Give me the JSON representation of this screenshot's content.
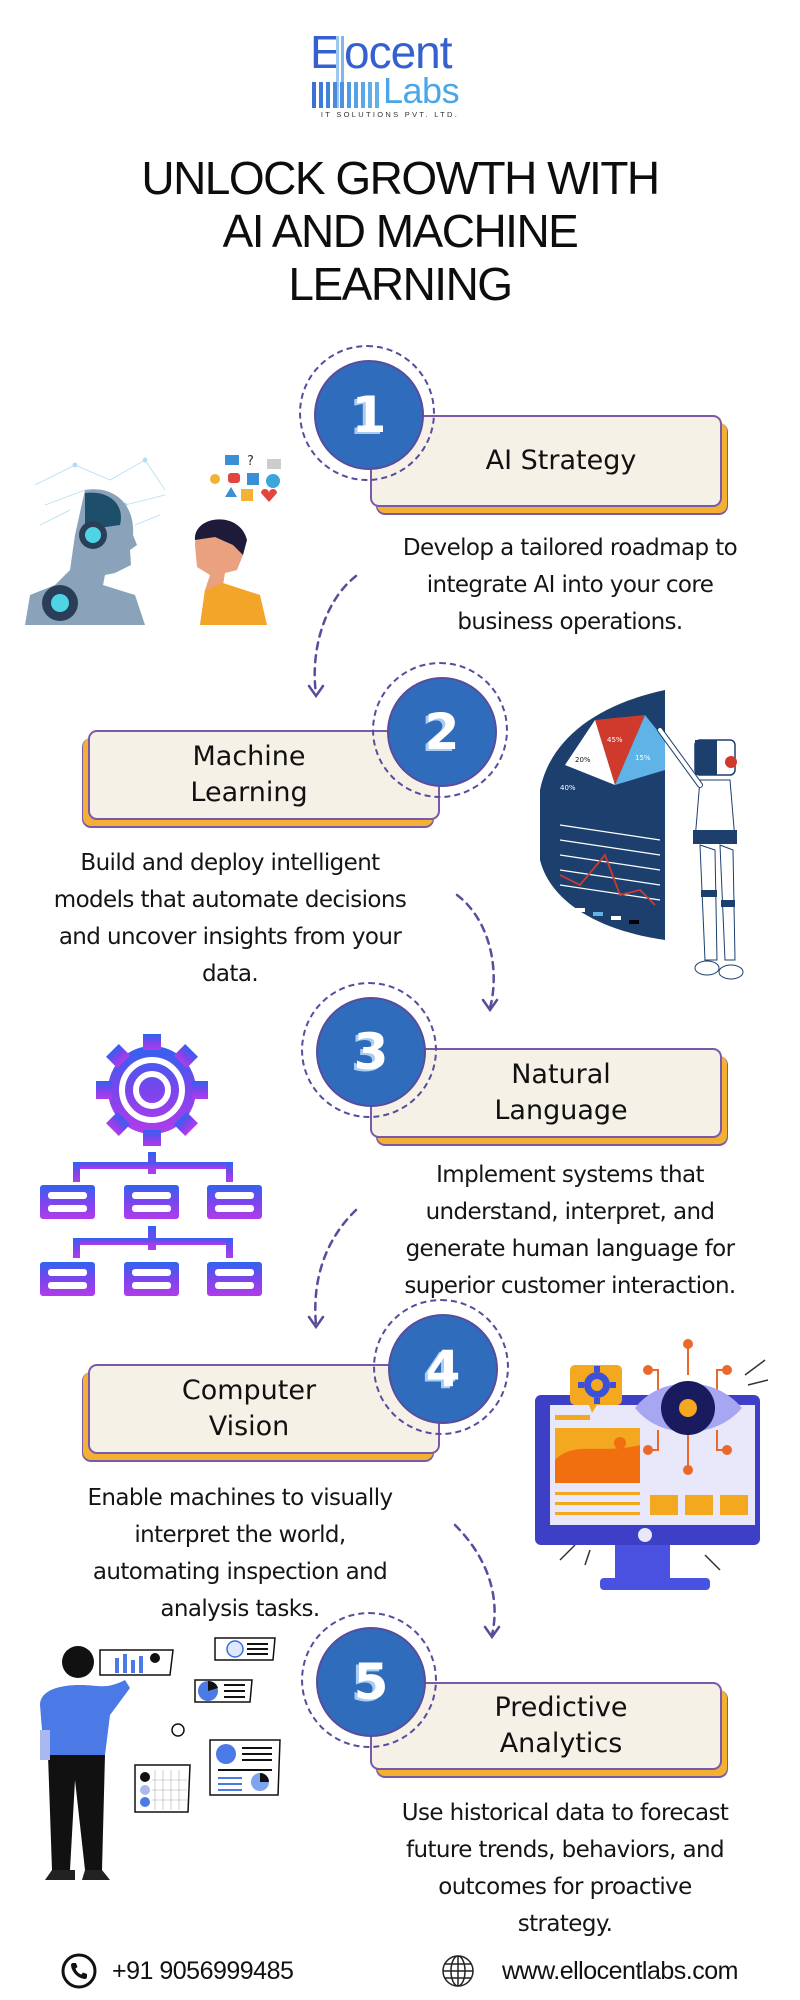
{
  "logo": {
    "brand_first": "E",
    "brand_rest": "ocent",
    "brand_second": "Labs",
    "tagline": "IT SOLUTIONS PVT. LTD.",
    "colors": {
      "dark_blue": "#3461cf",
      "light_blue": "#4ba6e8"
    }
  },
  "title": {
    "lines": [
      "UNLOCK GROWTH WITH",
      "AI AND MACHINE",
      "LEARNING"
    ]
  },
  "steps": [
    {
      "number": "1",
      "label_lines": [
        "AI Strategy"
      ],
      "description_lines": [
        "Develop a tailored roadmap to",
        "integrate AI into your core",
        "business operations."
      ],
      "illustration": "ai-robot-and-human-thinking"
    },
    {
      "number": "2",
      "label_lines": [
        "Machine",
        "Learning"
      ],
      "description_lines": [
        "Build and deploy intelligent",
        "models that automate decisions",
        "and uncover insights from your",
        "data."
      ],
      "illustration": "robot-with-data-dashboard",
      "dashboard_labels": [
        "45%",
        "20%",
        "15%",
        "40%"
      ]
    },
    {
      "number": "3",
      "label_lines": [
        "Natural",
        "Language"
      ],
      "description_lines": [
        "Implement systems that",
        "understand, interpret, and",
        "generate human language for",
        "superior customer interaction."
      ],
      "illustration": "gear-hierarchy-diagram"
    },
    {
      "number": "4",
      "label_lines": [
        "Computer",
        "Vision"
      ],
      "description_lines": [
        "Enable machines to visually",
        "interpret the world,",
        "automating inspection and",
        "analysis tasks."
      ],
      "illustration": "monitor-with-eye"
    },
    {
      "number": "5",
      "label_lines": [
        "Predictive",
        "Analytics"
      ],
      "description_lines": [
        "Use historical data to forecast",
        "future trends, behaviors, and",
        "outcomes for proactive",
        "strategy."
      ],
      "illustration": "man-with-analytics-charts"
    }
  ],
  "footer": {
    "phone": "+91 9056999485",
    "phone_icon": "phone-icon",
    "website": "www.ellocentlabs.com",
    "website_icon": "globe-icon"
  },
  "colors": {
    "circle_fill": "#2f6cbc",
    "box_fill": "#f5f1e7",
    "box_border": "#7a5aa8",
    "box_shadow": "#f4b033",
    "dashed_line": "#5a4c9c"
  }
}
